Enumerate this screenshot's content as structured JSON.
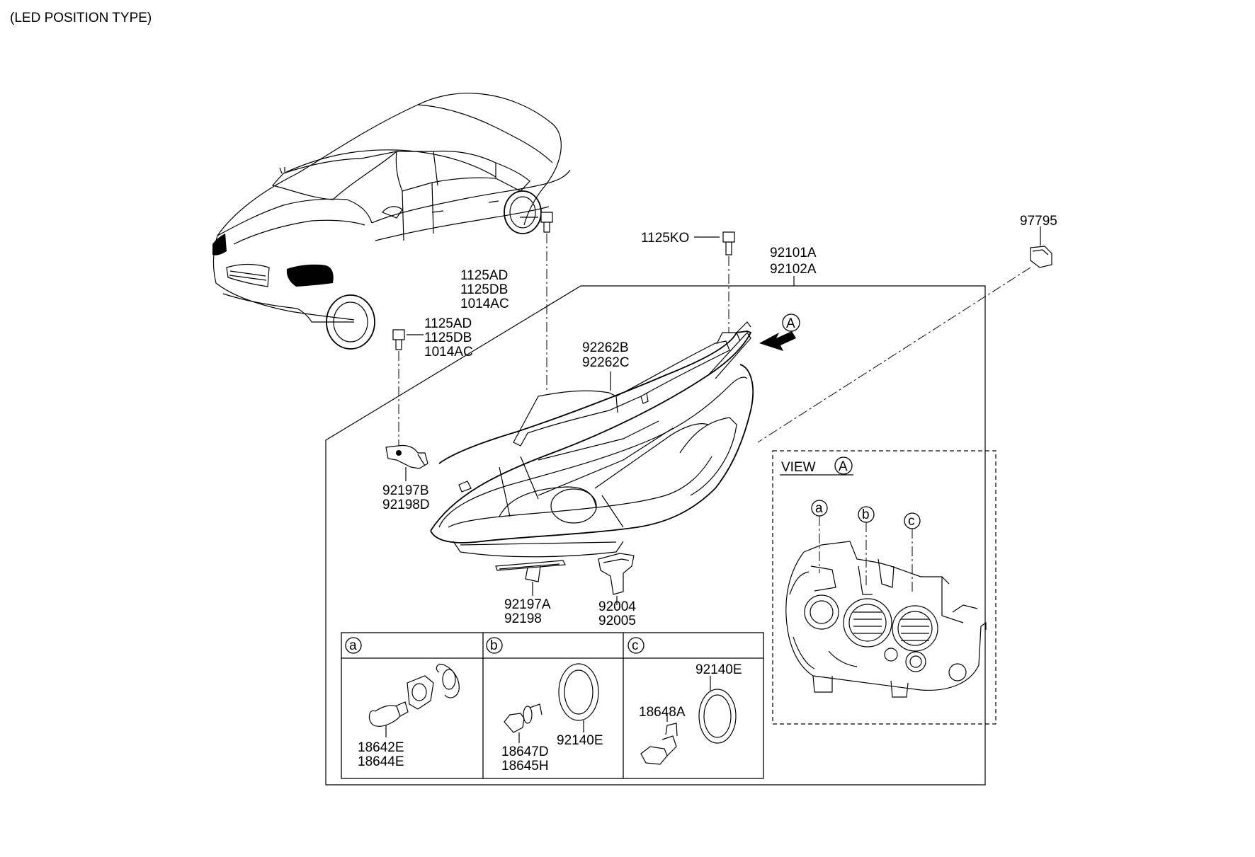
{
  "header": {
    "title": "(LED POSITION TYPE)"
  },
  "labels": {
    "p1125KO": "1125KO",
    "p92101A": "92101A",
    "p92102A": "92102A",
    "p97795": "97795",
    "p1125AD_a": "1125AD",
    "p1125DB_a": "1125DB",
    "p1014AC_a": "1014AC",
    "p1125AD_b": "1125AD",
    "p1125DB_b": "1125DB",
    "p1014AC_b": "1014AC",
    "p92262B": "92262B",
    "p92262C": "92262C",
    "p92197B": "92197B",
    "p92198D": "92198D",
    "p92197A": "92197A",
    "p92198": "92198",
    "p92004": "92004",
    "p92005": "92005",
    "view_label": "VIEW",
    "view_marker": "A",
    "arrow_marker": "A",
    "sub_a": "a",
    "sub_b": "b",
    "sub_c": "c",
    "view_a": "a",
    "view_b": "b",
    "view_c": "c",
    "p18642E": "18642E",
    "p18644E": "18644E",
    "p18647D": "18647D",
    "p18645H": "18645H",
    "p92140E_b": "92140E",
    "p18648A": "18648A",
    "p92140E_c": "92140E"
  }
}
